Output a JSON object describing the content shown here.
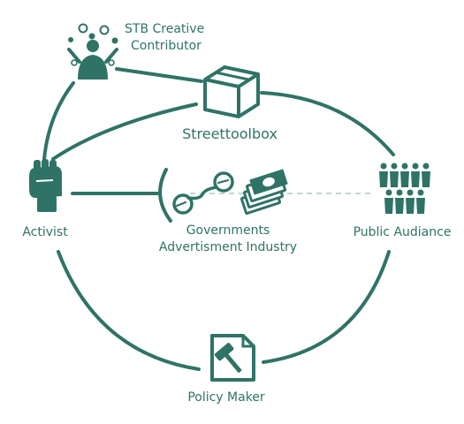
{
  "colors": {
    "primary": "#2f7367",
    "dash": "#a9ccc5",
    "light": "#ffffff"
  },
  "nodes": {
    "contributor": {
      "line1": "STB Creative",
      "line2": "Contributor",
      "icon": "juggling-person-icon"
    },
    "streettoolbox": {
      "label": "Streettoolbox",
      "icon": "box-icon"
    },
    "activist": {
      "label": "Activist",
      "icon": "raised-fist-icon"
    },
    "public": {
      "label": "Public Audiance",
      "icon": "crowd-icon"
    },
    "center": {
      "line1": "Governments",
      "line2": "Advertisment Industry",
      "icons": [
        "handcuffs-icon",
        "money-stack-icon"
      ]
    },
    "policy": {
      "label": "Policy Maker",
      "icon": "gavel-document-icon"
    }
  }
}
